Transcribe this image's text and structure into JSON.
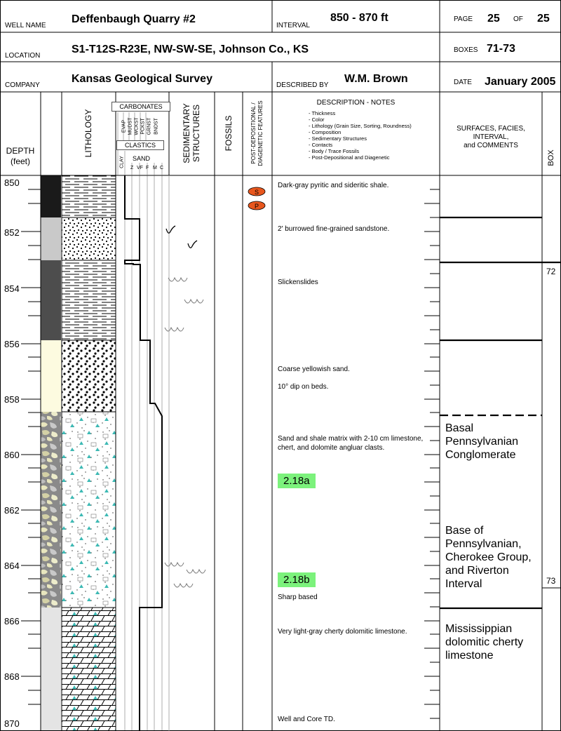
{
  "header": {
    "well_name_label": "WELL NAME",
    "well_name": "Deffenbaugh Quarry #2",
    "interval_label": "INTERVAL",
    "interval": "850 - 870 ft",
    "page_label": "PAGE",
    "page_num": "25",
    "of_label": "OF",
    "page_total": "25",
    "location_label": "LOCATION",
    "location": "S1-T12S-R23E, NW-SW-SE, Johnson Co., KS",
    "boxes_label": "BOXES",
    "boxes": "71-73",
    "company_label": "COMPANY",
    "company": "Kansas Geological Survey",
    "described_by_label": "DESCRIBED BY",
    "described_by": "W.M. Brown",
    "date_label": "DATE",
    "date": "January 2005"
  },
  "columns": {
    "depth": "DEPTH",
    "depth_unit": "(feet)",
    "lithology": "LITHOLOGY",
    "carbonates": "CARBONATES",
    "carbonate_grades": [
      "EVAP",
      "MUDST",
      "WCKST",
      "PCKST",
      "GRNST",
      "BNDST"
    ],
    "clastics": "CLASTICS",
    "clay": "CLAY",
    "sand": "SAND",
    "sand_grades": [
      "Z",
      "VF",
      "F",
      "M",
      "C"
    ],
    "sed_structures": [
      "SEDIMENTARY",
      "STRUCTURES"
    ],
    "fossils": "FOSSILS",
    "post_depositional": [
      "POST-DEPOSITIONAL /",
      "DIAGENETIC FEATURES"
    ],
    "description_title": "DESCRIPTION - NOTES",
    "description_items": [
      "- Thickness",
      "- Color",
      "- Lithology (Grain Size, Sorting, Roundness)",
      "- Composition",
      "- Sedimentary Structures",
      "- Contacts",
      "- Body / Trace Fossils",
      "- Post-Depositional and Diagenetic"
    ],
    "surfaces": [
      "SURFACES, FACIES,",
      "INTERVAL,",
      "and COMMENTS"
    ],
    "box": "BOX"
  },
  "depth_labels": [
    "850",
    "852",
    "854",
    "856",
    "858",
    "860",
    "862",
    "864",
    "866",
    "868",
    "870"
  ],
  "diagenetic_markers": [
    "S",
    "P"
  ],
  "notes": {
    "n1": "Dark-gray pyritic and sideritic shale.",
    "n2": "2' burrowed fine-grained sandstone.",
    "n3": "Slickenslides",
    "n4": "Coarse yellowish sand.",
    "n5": "10° dip on beds.",
    "n6": "Sand and shale matrix with 2-10 cm limestone, chert, and dolomite angluar clasts.",
    "n7": "Sharp based",
    "n8": "Very light-gray cherty dolomitic limestone.",
    "n9": "Well and Core TD."
  },
  "samples": {
    "s1": "2.18a",
    "s2": "2.18b"
  },
  "facies": {
    "f1": "Basal Pennsylvanian Conglomerate",
    "f2": "Base of Pennsylvanian, Cherokee Group, and Riverton Interval",
    "f3": "Mississippian dolomitic cherty limestone"
  },
  "boxes_col": {
    "b72": "72",
    "b73": "73"
  },
  "colors": {
    "sample_badge": "#7cf27c",
    "diagenetic": "#e8571e",
    "chert": "#3cb9b4"
  }
}
